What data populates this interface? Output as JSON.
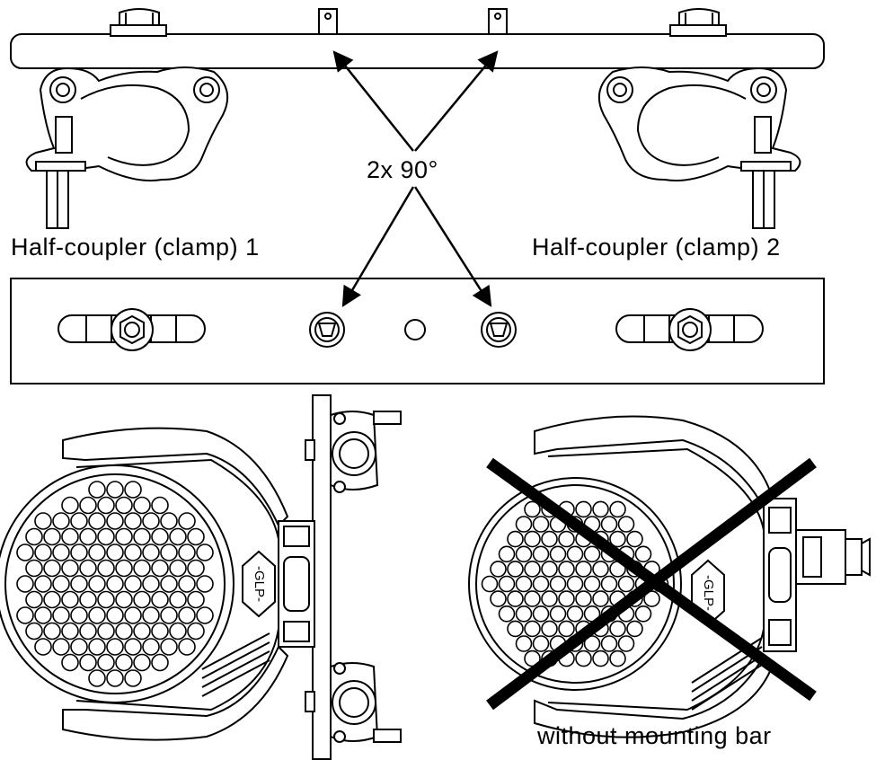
{
  "labels": {
    "angle": "2x 90°",
    "clamp1": "Half-coupler (clamp) 1",
    "clamp2": "Half-coupler (clamp) 2",
    "without": "without mounting bar"
  },
  "colors": {
    "line": "#000000",
    "background": "#ffffff"
  },
  "fixture_marking": "-GLP-"
}
